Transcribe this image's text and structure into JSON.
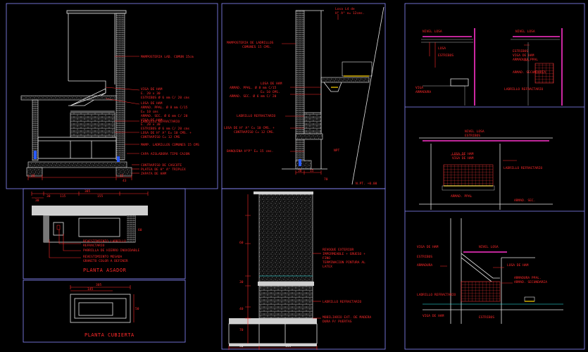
{
  "colors": {
    "background": "#000000",
    "frame": "#8a8aff",
    "annotation": "#ff2a2a",
    "lines": "#e6e6e6",
    "accent_magenta": "#ff33cc",
    "accent_yellow": "#ffd400",
    "accent_cyan": "#33ffff"
  },
  "section_main": {
    "labels": [
      "MAMPOSTERIA LAD. COMUN 15cm",
      "VIGA DE HAM",
      "E. 20 x 30",
      "ESTRIBOS Ø 6 mm C/ 20 cms",
      "LOSA DE HAM",
      "ARMAD. PPAL. Ø 8 mm C/15",
      "E= 10 cms",
      "ARMAD. SEC. Ø 6 mm C/ 20",
      "VIGA DE HAM",
      "E. 20 x 30",
      "ESTRIBOS Ø 6 mm C/ 20 cms",
      "LADRILLO REFRACTARIO",
      "LOSA DE H° A° E= 10 CMS. +",
      "CONTRAPISO C= 12 CMS",
      "MAMP. LADRILLOS COMUNES 15 CMS",
      "CAPA AISLADORA TIPO CAJON",
      "CONTRAPISO DE CASCOTE",
      "PLATEA DE H° A° TRIPLEX",
      "ZAPATA DE HAM"
    ],
    "dims": [
      "30",
      "15",
      "43"
    ]
  },
  "section_mid": {
    "labels": [
      "Losa L4 de",
      "H° A° e= 12cms.",
      "MAMPOSTERIA DE LADRILLOS",
      "COMUNES 15 CMS.",
      "LOSA DE HAM",
      "ARMAD. PPAL. Ø 8 mm C/15",
      "E= 10 CMS.",
      "ARMAD. SEC. Ø 6 mm C/ 20",
      "LADRILLO REFRACTARIO",
      "LOSA DE H° A° C= 10 CMS. +",
      "CONTRAPISO C= 12 CMS.",
      "BANQUINA H°P° E= 15 cms.",
      "NPT",
      "N.PT. +0.00"
    ],
    "dims": [
      "30",
      "15",
      "70"
    ]
  },
  "plan_asador": {
    "title": "PLANTA ASADOR",
    "labels": [
      "REVESTIMIENTO LADRILLO",
      "REFRACTARIO",
      "PARRILLA DE HIERRO INOXIDABLE",
      "REVESTIMIENTO MESADA",
      "GRANITO COLOR A DEFINIR"
    ],
    "dims": [
      "385",
      "30",
      "115",
      "155",
      "30",
      "60"
    ]
  },
  "plan_cubierta": {
    "title": "PLANTA CUBIERTA",
    "dims": [
      "305",
      "145",
      "50"
    ]
  },
  "section_low": {
    "labels": [
      "REVOQUE EXTERIOR",
      "IMPERMEABLE + GRUESO +",
      "FINO",
      "TERMINACION PINTURA AL",
      "LATEX",
      "LADRILLO REFRACTARIO",
      "MOBILIARIO EXT. DE MADERA",
      "DURA P/ PUERTAS"
    ],
    "dims": [
      "30",
      "155",
      "60",
      "30",
      "40",
      "70"
    ]
  },
  "details": {
    "top_left_labels": [
      "NIVEL LOSA",
      "LOSA",
      "ESTRIBOS",
      "VIGA",
      "ARMADURA"
    ],
    "top_right_labels": [
      "NIVEL LOSA",
      "ESTRIBOS",
      "VIGA DE HAM",
      "ARMADURA PPAL",
      "ARMAD. SECUNDARIA",
      "LADRILLO REFRACTARIO"
    ],
    "middle_labels": [
      "NIVEL LOSA",
      "ESTRIBOS",
      "LOSA DE HAM",
      "VIGA DE HAM",
      "LADRILLO REFRACTARIO",
      "ARMAD. PPAL",
      "ARMAD. SEC."
    ],
    "bottom_labels": [
      "NIVEL LOSA",
      "VIGA DE HAM",
      "ESTRIBOS",
      "ARMADURA",
      "LOSA DE HAM",
      "ARMADURA PPAL.",
      "ARMAD. SECUNDARIA",
      "LADRILLO REFRACTARIO",
      "VIGA DE HAM",
      "ESTRIBOS"
    ]
  }
}
